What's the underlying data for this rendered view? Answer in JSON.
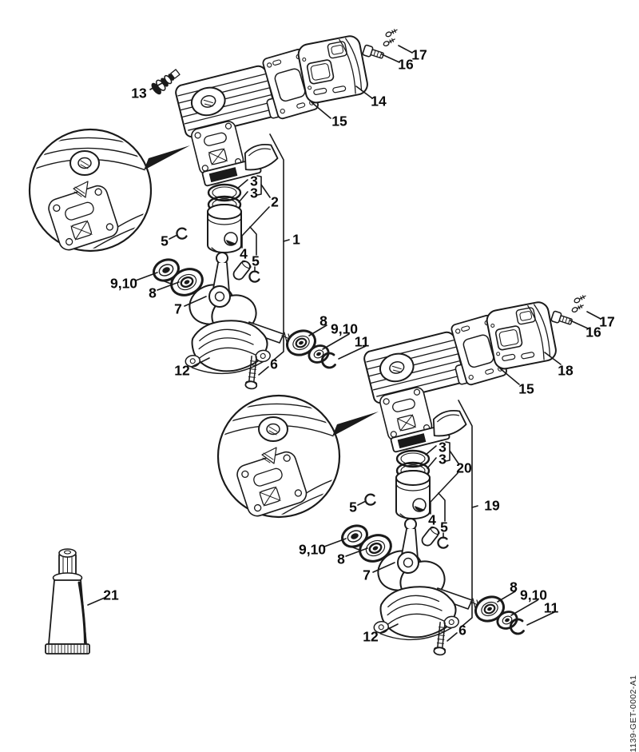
{
  "diagram": {
    "drawing_number": "1139-GET-0002-A1",
    "background_color": "#ffffff",
    "line_color": "#1a1a1a"
  },
  "callouts": [
    {
      "text": "13"
    },
    {
      "text": "14"
    },
    {
      "text": "15"
    },
    {
      "text": "16"
    },
    {
      "text": "17"
    },
    {
      "text": "3"
    },
    {
      "text": "3"
    },
    {
      "text": "2"
    },
    {
      "text": "1"
    },
    {
      "text": "5"
    },
    {
      "text": "4"
    },
    {
      "text": "5"
    },
    {
      "text": "9,10"
    },
    {
      "text": "8"
    },
    {
      "text": "7"
    },
    {
      "text": "12"
    },
    {
      "text": "6"
    },
    {
      "text": "8"
    },
    {
      "text": "9,10"
    },
    {
      "text": "11"
    },
    {
      "text": "18"
    },
    {
      "text": "15"
    },
    {
      "text": "16"
    },
    {
      "text": "17"
    },
    {
      "text": "3"
    },
    {
      "text": "3"
    },
    {
      "text": "20"
    },
    {
      "text": "19"
    },
    {
      "text": "5"
    },
    {
      "text": "4"
    },
    {
      "text": "5"
    },
    {
      "text": "9,10"
    },
    {
      "text": "8"
    },
    {
      "text": "7"
    },
    {
      "text": "12"
    },
    {
      "text": "6"
    },
    {
      "text": "8"
    },
    {
      "text": "9,10"
    },
    {
      "text": "11"
    },
    {
      "text": "21"
    }
  ]
}
